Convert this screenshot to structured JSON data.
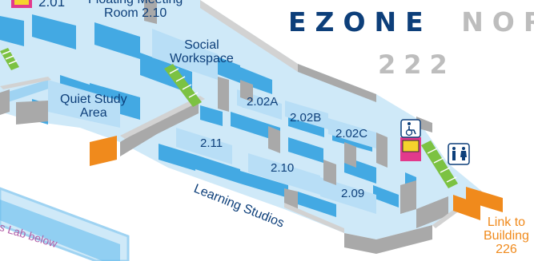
{
  "header": {
    "building_word1": "EZONE",
    "building_word2": "NORTH",
    "building_number": "222",
    "word1_color": "#0d3f7a",
    "word2_color": "#bdbdbd"
  },
  "rooms": {
    "room_201": "2.01",
    "floating_meeting_line1": "Floating Meeting",
    "floating_meeting_line2": "Room 2.10",
    "social_line1": "Social",
    "social_line2": "Workspace",
    "quiet_line1": "Quiet Study",
    "quiet_line2": "Area",
    "r202a": "2.02A",
    "r202b": "2.02B",
    "r202c": "2.02C",
    "r211": "2.11",
    "r210": "2.10",
    "r209": "2.09"
  },
  "labels": {
    "learning_studios": "Learning Studios",
    "lab_below": "s Lab below",
    "link_line1": "Link to",
    "link_line2": "Building",
    "link_line3": "226"
  },
  "icons": {
    "accessible_toilet": "accessible-toilet-icon",
    "toilets": "toilets-icon",
    "lift": "lift-icon",
    "stairs": "stairs-icon"
  },
  "colors": {
    "floor": "#cfe9f8",
    "glass": "#2b9fe0",
    "wall": "#a9a9a9",
    "wall_light": "#d2d2d2",
    "text": "#0d3f7a",
    "accent_orange": "#f08a1c",
    "stairs_green": "#7cc242",
    "lab_purple": "#b35fa8"
  }
}
